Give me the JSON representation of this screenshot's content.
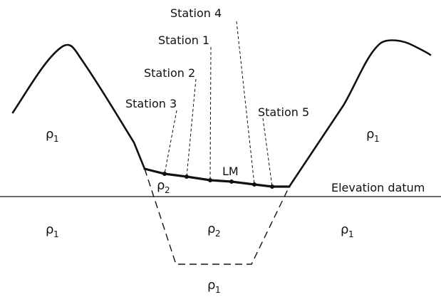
{
  "stations": [
    {
      "key": "s4",
      "label": "Station 4"
    },
    {
      "key": "s1",
      "label": "Station 1"
    },
    {
      "key": "s2",
      "label": "Station 2"
    },
    {
      "key": "s3",
      "label": "Station 3"
    },
    {
      "key": "s5",
      "label": "Station 5"
    }
  ],
  "lm_label": "LM",
  "datum_label": "Elevation datum",
  "density": {
    "symbol": "ρ",
    "sub1": "1",
    "sub2": "2"
  }
}
